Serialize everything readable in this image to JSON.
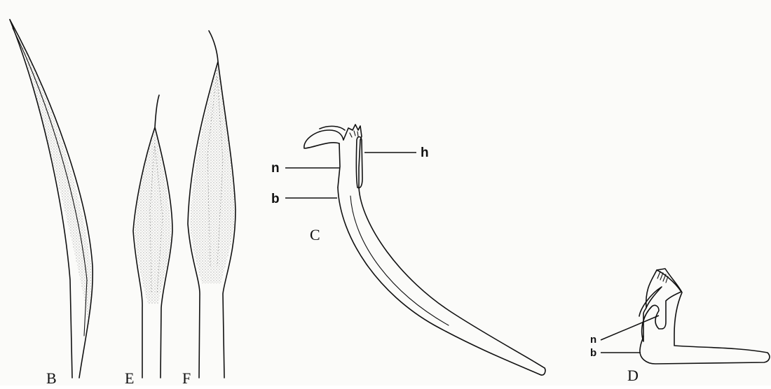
{
  "panels": {
    "b": {
      "label": "B"
    },
    "e": {
      "label": "E"
    },
    "f": {
      "label": "F"
    },
    "c": {
      "label": "C",
      "callouts": {
        "h": "h",
        "n": "n",
        "b": "b"
      }
    },
    "d": {
      "label": "D",
      "callouts": {
        "n": "n",
        "b": "b"
      }
    }
  }
}
